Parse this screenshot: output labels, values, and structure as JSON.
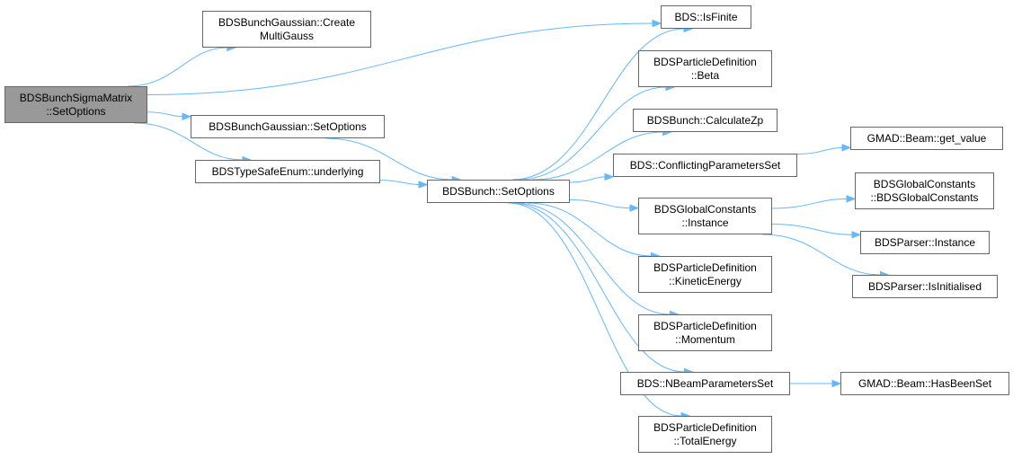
{
  "diagram": {
    "colors": {
      "edge": "#63b8ff",
      "node_border": "#666666",
      "root_fill": "#999999",
      "node_fill": "#ffffff"
    },
    "nodes": {
      "sigma_setoptions": {
        "lines": [
          "BDSBunchSigmaMatrix",
          "::SetOptions"
        ],
        "root": true
      },
      "gauss_create": {
        "lines": [
          "BDSBunchGaussian::Create",
          "MultiGauss"
        ]
      },
      "gauss_setoptions": {
        "lines": [
          "BDSBunchGaussian::SetOptions"
        ]
      },
      "tse_underlying": {
        "lines": [
          "BDSTypeSafeEnum::underlying"
        ]
      },
      "bunch_setoptions": {
        "lines": [
          "BDSBunch::SetOptions"
        ]
      },
      "isfinite": {
        "lines": [
          "BDS::IsFinite"
        ]
      },
      "beta": {
        "lines": [
          "BDSParticleDefinition",
          "::Beta"
        ]
      },
      "calczp": {
        "lines": [
          "BDSBunch::CalculateZp"
        ]
      },
      "conflicting": {
        "lines": [
          "BDS::ConflictingParametersSet"
        ]
      },
      "gc_instance": {
        "lines": [
          "BDSGlobalConstants",
          "::Instance"
        ]
      },
      "kinetic": {
        "lines": [
          "BDSParticleDefinition",
          "::KineticEnergy"
        ]
      },
      "momentum": {
        "lines": [
          "BDSParticleDefinition",
          "::Momentum"
        ]
      },
      "nbeam": {
        "lines": [
          "BDS::NBeamParametersSet"
        ]
      },
      "totalenergy": {
        "lines": [
          "BDSParticleDefinition",
          "::TotalEnergy"
        ]
      },
      "getvalue": {
        "lines": [
          "GMAD::Beam::get_value"
        ]
      },
      "gc_ctor": {
        "lines": [
          "BDSGlobalConstants",
          "::BDSGlobalConstants"
        ]
      },
      "parser_instance": {
        "lines": [
          "BDSParser::Instance"
        ]
      },
      "parser_isinit": {
        "lines": [
          "BDSParser::IsInitialised"
        ]
      },
      "hasbeenset": {
        "lines": [
          "GMAD::Beam::HasBeenSet"
        ]
      }
    },
    "edges": [
      [
        "sigma_setoptions",
        "gauss_create"
      ],
      [
        "sigma_setoptions",
        "isfinite"
      ],
      [
        "sigma_setoptions",
        "gauss_setoptions"
      ],
      [
        "sigma_setoptions",
        "tse_underlying"
      ],
      [
        "gauss_setoptions",
        "bunch_setoptions"
      ],
      [
        "tse_underlying",
        "bunch_setoptions"
      ],
      [
        "bunch_setoptions",
        "isfinite"
      ],
      [
        "bunch_setoptions",
        "beta"
      ],
      [
        "bunch_setoptions",
        "calczp"
      ],
      [
        "bunch_setoptions",
        "conflicting"
      ],
      [
        "bunch_setoptions",
        "gc_instance"
      ],
      [
        "bunch_setoptions",
        "kinetic"
      ],
      [
        "bunch_setoptions",
        "momentum"
      ],
      [
        "bunch_setoptions",
        "nbeam"
      ],
      [
        "bunch_setoptions",
        "totalenergy"
      ],
      [
        "conflicting",
        "getvalue"
      ],
      [
        "gc_instance",
        "gc_ctor"
      ],
      [
        "gc_instance",
        "parser_instance"
      ],
      [
        "gc_instance",
        "parser_isinit"
      ],
      [
        "nbeam",
        "hasbeenset"
      ]
    ]
  }
}
